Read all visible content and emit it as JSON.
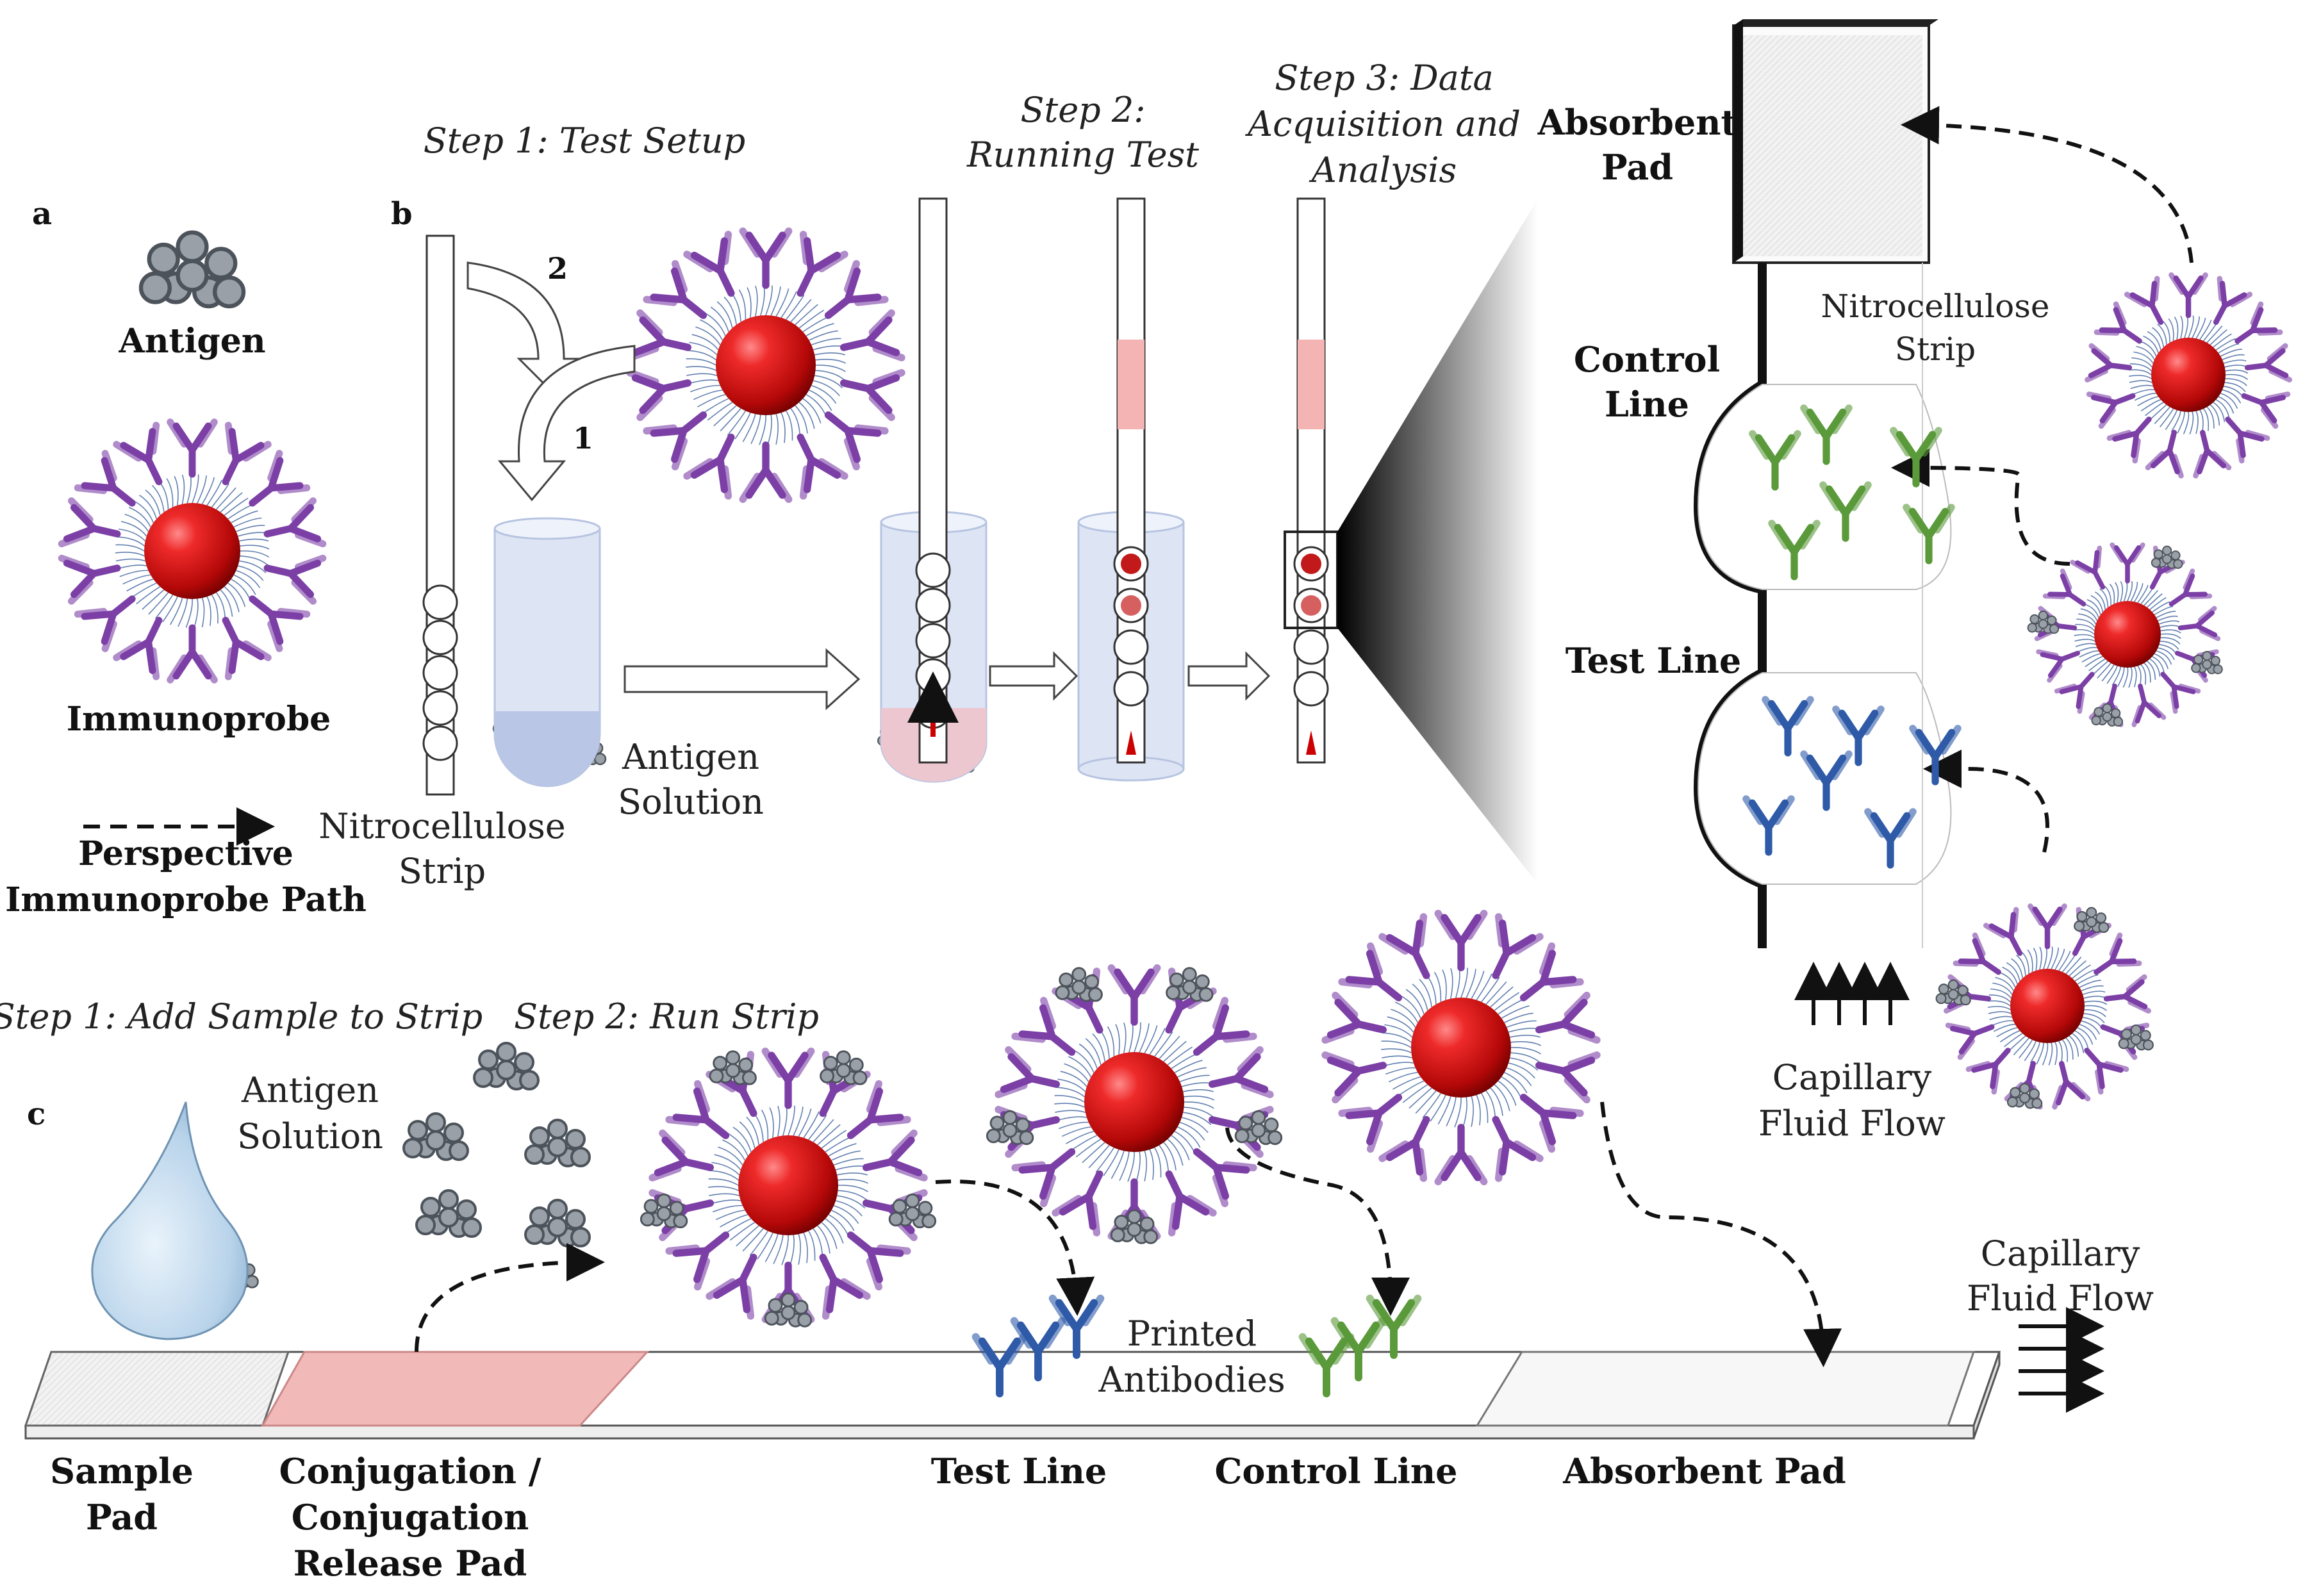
{
  "panel_letters": {
    "a": "a",
    "b": "b",
    "c": "c"
  },
  "panel_a": {
    "antigen": "Antigen",
    "immunoprobe": "Immunoprobe",
    "path_line1": "Perspective",
    "path_line2": "Immunoprobe Path"
  },
  "panel_b": {
    "step1": "Step 1: Test Setup",
    "step2_line1": "Step 2:",
    "step2_line2": "Running Test",
    "step3_line1": "Step 3: Data",
    "step3_line2": "Acquisition and",
    "step3_line3": "Analysis",
    "arrow_1": "1",
    "arrow_2": "2",
    "strip_line1": "Nitrocellulose",
    "strip_line2": "Strip",
    "solution_line1": "Antigen",
    "solution_line2": "Solution"
  },
  "zoom": {
    "absorbent_line1": "Absorbent",
    "absorbent_line2": "Pad",
    "strip_line1": "Nitrocellulose",
    "strip_line2": "Strip",
    "control_line1": "Control",
    "control_line2": "Line",
    "test_line1": "Test Line",
    "flow_line1": "Capillary",
    "flow_line2": "Fluid Flow"
  },
  "panel_c": {
    "step1": "Step 1: Add Sample to Strip",
    "step2": "Step 2: Run Strip",
    "solution_line1": "Antigen",
    "solution_line2": "Solution",
    "printed_line1": "Printed",
    "printed_line2": "Antibodies",
    "flow_line1": "Capillary",
    "flow_line2": "Fluid Flow",
    "sample_line1": "Sample",
    "sample_line2": "Pad",
    "conj_line1": "Conjugation /",
    "conj_line2": "Conjugation",
    "conj_line3": "Release Pad",
    "test_line": "Test Line",
    "control_line": "Control Line",
    "absorbent": "Absorbent Pad"
  },
  "colors": {
    "antibody": "#7b3fa6",
    "test_antibody": "#2f5aa8",
    "control_antibody": "#5a9a3a",
    "particle": "#cc1111",
    "pink_pad": "#f2b9b9",
    "solution": "#c9d6ef"
  }
}
